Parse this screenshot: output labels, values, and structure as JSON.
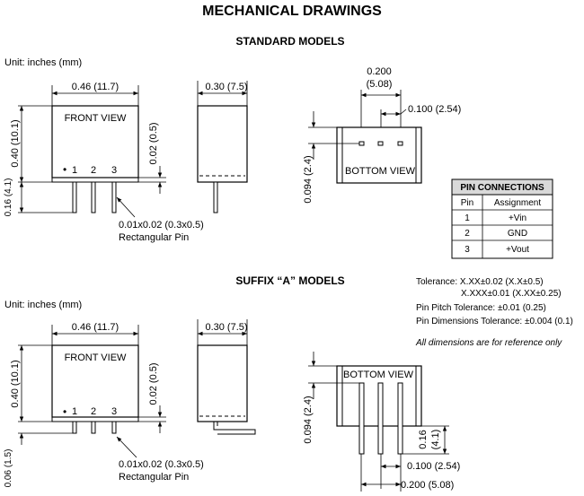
{
  "title": "MECHANICAL DRAWINGS",
  "standard": {
    "heading": "STANDARD MODELS",
    "unit": "Unit: inches (mm)",
    "width": "0.46 (11.7)",
    "front_label": "FRONT VIEW",
    "height": "0.40 (10.1)",
    "standoff": "0.02 (0.5)",
    "pin_len": "0.16 (4.1)",
    "pin_dot": "•",
    "pin1": "1",
    "pin2": "2",
    "pin3": "3",
    "pin_size": "0.01x0.02 (0.3x0.5)",
    "pin_shape": "Rectangular Pin",
    "side_width": "0.30 (7.5)",
    "pitch_outer": "0.200",
    "pitch_outer_mm": "(5.08)",
    "pitch_inner": "0.100 (2.54)",
    "bottom_label": "BOTTOM VIEW",
    "bottom_depth": "0.094 (2.4)"
  },
  "pin_table": {
    "title": "PIN CONNECTIONS",
    "headers": [
      "Pin",
      "Assignment"
    ],
    "rows": [
      [
        "1",
        "+Vin"
      ],
      [
        "2",
        "GND"
      ],
      [
        "3",
        "+Vout"
      ]
    ]
  },
  "suffix": {
    "heading": "SUFFIX “A” MODELS",
    "unit": "Unit: inches (mm)",
    "width": "0.46 (11.7)",
    "front_label": "FRONT VIEW",
    "height": "0.40 (10.1)",
    "standoff": "0.02 (0.5)",
    "pin_len": "0.06 (1.5)",
    "pin_dot": "•",
    "pin1": "1",
    "pin2": "2",
    "pin3": "3",
    "pin_size": "0.01x0.02 (0.3x0.5)",
    "pin_shape": "Rectangular Pin",
    "side_width": "0.30 (7.5)",
    "bottom_label": "BOTTOM VIEW",
    "bottom_depth": "0.094 (2.4)",
    "pin_len_side": "0.16",
    "pin_len_side_mm": "(4.1)",
    "pitch_inner": "0.100 (2.54)",
    "pitch_outer": "0.200 (5.08)"
  },
  "notes": {
    "tol1": "Tolerance: X.XX±0.02 (X.X±0.5)",
    "tol2": "X.XXX±0.01 (X.XX±0.25)",
    "pitch_tol": "Pin Pitch Tolerance: ±0.01 (0.25)",
    "dim_tol": "Pin Dimensions Tolerance: ±0.004 (0.1)",
    "ref": "All dimensions are for reference only"
  }
}
